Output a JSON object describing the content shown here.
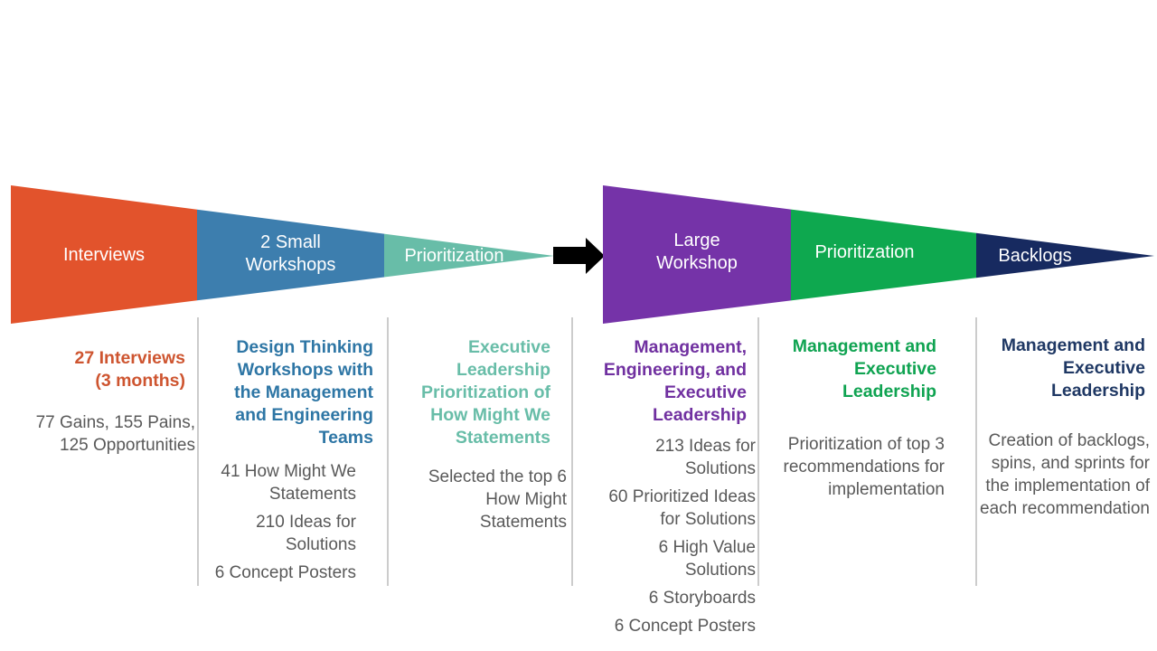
{
  "diagram": {
    "left_funnel": {
      "segments": [
        {
          "label": "Interviews",
          "color": "#E2532C"
        },
        {
          "label": "2 Small\nWorkshops",
          "color": "#3D7EAE"
        },
        {
          "label": "Prioritization",
          "color": "#68BDA8"
        }
      ]
    },
    "right_funnel": {
      "segments": [
        {
          "label": "Large\nWorkshop",
          "color": "#7533A8"
        },
        {
          "label": "Prioritization",
          "color": "#0EA84F"
        },
        {
          "label": "Backlogs",
          "color": "#172A60"
        }
      ]
    },
    "arrow_color": "#000000"
  },
  "columns": [
    {
      "heading": "27 Interviews\n(3 months)",
      "heading_color": "#CE5530",
      "body": [
        "77 Gains, 155 Pains,\n125 Opportunities"
      ]
    },
    {
      "heading": "Design Thinking\nWorkshops with\nthe Management\nand Engineering\nTeams",
      "heading_color": "#2E76A5",
      "body": [
        "41 How Might We\nStatements",
        "210 Ideas for\nSolutions",
        "6 Concept Posters"
      ]
    },
    {
      "heading": "Executive\nLeadership\nPrioritization of\nHow Might We\nStatements",
      "heading_color": "#68BDA8",
      "body": [
        "Selected the top 6\nHow Might\nStatements"
      ]
    },
    {
      "heading": "Management,\nEngineering, and\nExecutive\nLeadership",
      "heading_color": "#7030A0",
      "body": [
        "213 Ideas for\nSolutions",
        "60 Prioritized Ideas\nfor Solutions",
        "6 High Value\nSolutions",
        "6 Storyboards",
        "6 Concept Posters"
      ]
    },
    {
      "heading": "Management and\nExecutive\nLeadership",
      "heading_color": "#0FA351",
      "body": [
        "Prioritization of top 3\nrecommendations for\nimplementation"
      ]
    },
    {
      "heading": "Management and\nExecutive\nLeadership",
      "heading_color": "#1F3864",
      "body": [
        "Creation of backlogs,\nspins, and sprints for\nthe implementation of\neach recommendation"
      ]
    }
  ],
  "colors": {
    "body_text": "#595959",
    "divider": "#CCCCCC",
    "background": "#FFFFFF"
  }
}
